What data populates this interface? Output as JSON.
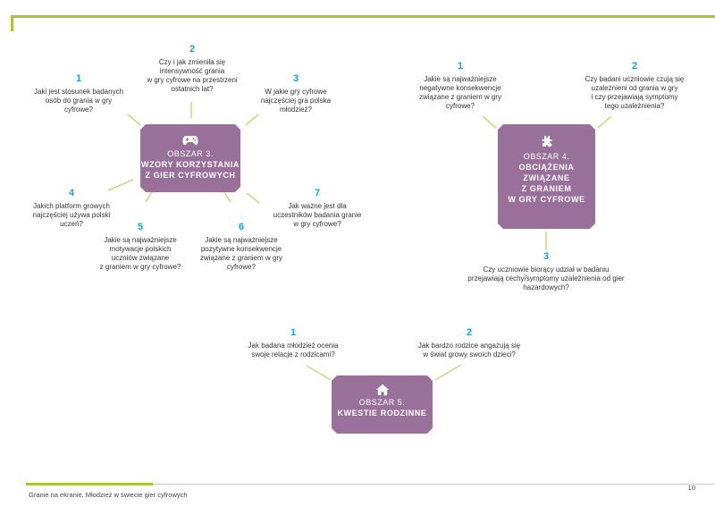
{
  "footer": {
    "text": "Granie na ekranie. Młodzież w świecie gier cyfrowych",
    "page": "10"
  },
  "areas": [
    {
      "label": "OBSZAR 3.",
      "title": [
        "WZORY KORZYSTANIA",
        "Z GIER CYFROWYCH"
      ],
      "icon": "gamepad-icon",
      "questions": [
        {
          "num": "1",
          "lines": [
            "Jaki jest stosunek badanych",
            "osób do grania w gry",
            "cyfrowe?"
          ]
        },
        {
          "num": "2",
          "lines": [
            "Czy i jak zmieniła się",
            "intensywność grania",
            "w gry cyfrowe na przestrzeni",
            "ostatnich lat?"
          ]
        },
        {
          "num": "3",
          "lines": [
            "W jakie gry cyfrowe",
            "najczęściej gra polska",
            "młodzież?"
          ]
        },
        {
          "num": "4",
          "lines": [
            "Jakich platform growych",
            "najczęściej używa polski",
            "uczeń?"
          ]
        },
        {
          "num": "5",
          "lines": [
            "Jakie są najważniejsze",
            "motywacje polskich",
            "uczniów związane",
            "z graniem w gry cyfrowe?"
          ]
        },
        {
          "num": "6",
          "lines": [
            "Jakie są najważniejsze",
            "pozytywne konsekwencje",
            "związane z graniem w gry",
            "cyfrowe?"
          ]
        },
        {
          "num": "7",
          "lines": [
            "Jak ważne jest dla",
            "uczestników badania granie",
            "w gry cyfrowe?"
          ]
        }
      ]
    },
    {
      "label": "OBSZAR 4.",
      "title": [
        "OBCIĄŻENIA",
        "ZWIĄZANE",
        "Z GRANIEM",
        "W GRY CYFROWE"
      ],
      "icon": "puzzle-icon",
      "questions": [
        {
          "num": "1",
          "lines": [
            "Jakie są najważniejsze",
            "negatywne konsekwencje",
            "związane z graniem w gry",
            "cyfrowe?"
          ]
        },
        {
          "num": "2",
          "lines": [
            "Czy badani uczniowie czują się",
            "uzależnieni od grania w gry",
            "i czy przejawiają symptomy",
            "tego uzależnienia?"
          ]
        },
        {
          "num": "3",
          "lines": [
            "Czy uczniowie biorący udział w badaniu",
            "przejawiają cechy/symptomy uzależnienia od gier",
            "hazardowych?"
          ]
        }
      ]
    },
    {
      "label": "OBSZAR 5.",
      "title": [
        "KWESTIE RODZINNE"
      ],
      "icon": "house-icon",
      "questions": [
        {
          "num": "1",
          "lines": [
            "Jak badana młodzież ocenia",
            "swoje relacje z rodzicami?"
          ]
        },
        {
          "num": "2",
          "lines": [
            "Jak bardzo rodzice angażują się",
            "w świat growy swoich dzieci?"
          ]
        }
      ]
    }
  ],
  "colors": {
    "accent": "#a7c43a",
    "box": "#987099",
    "number": "#1ba1d6",
    "connector": "#c9d97a"
  }
}
